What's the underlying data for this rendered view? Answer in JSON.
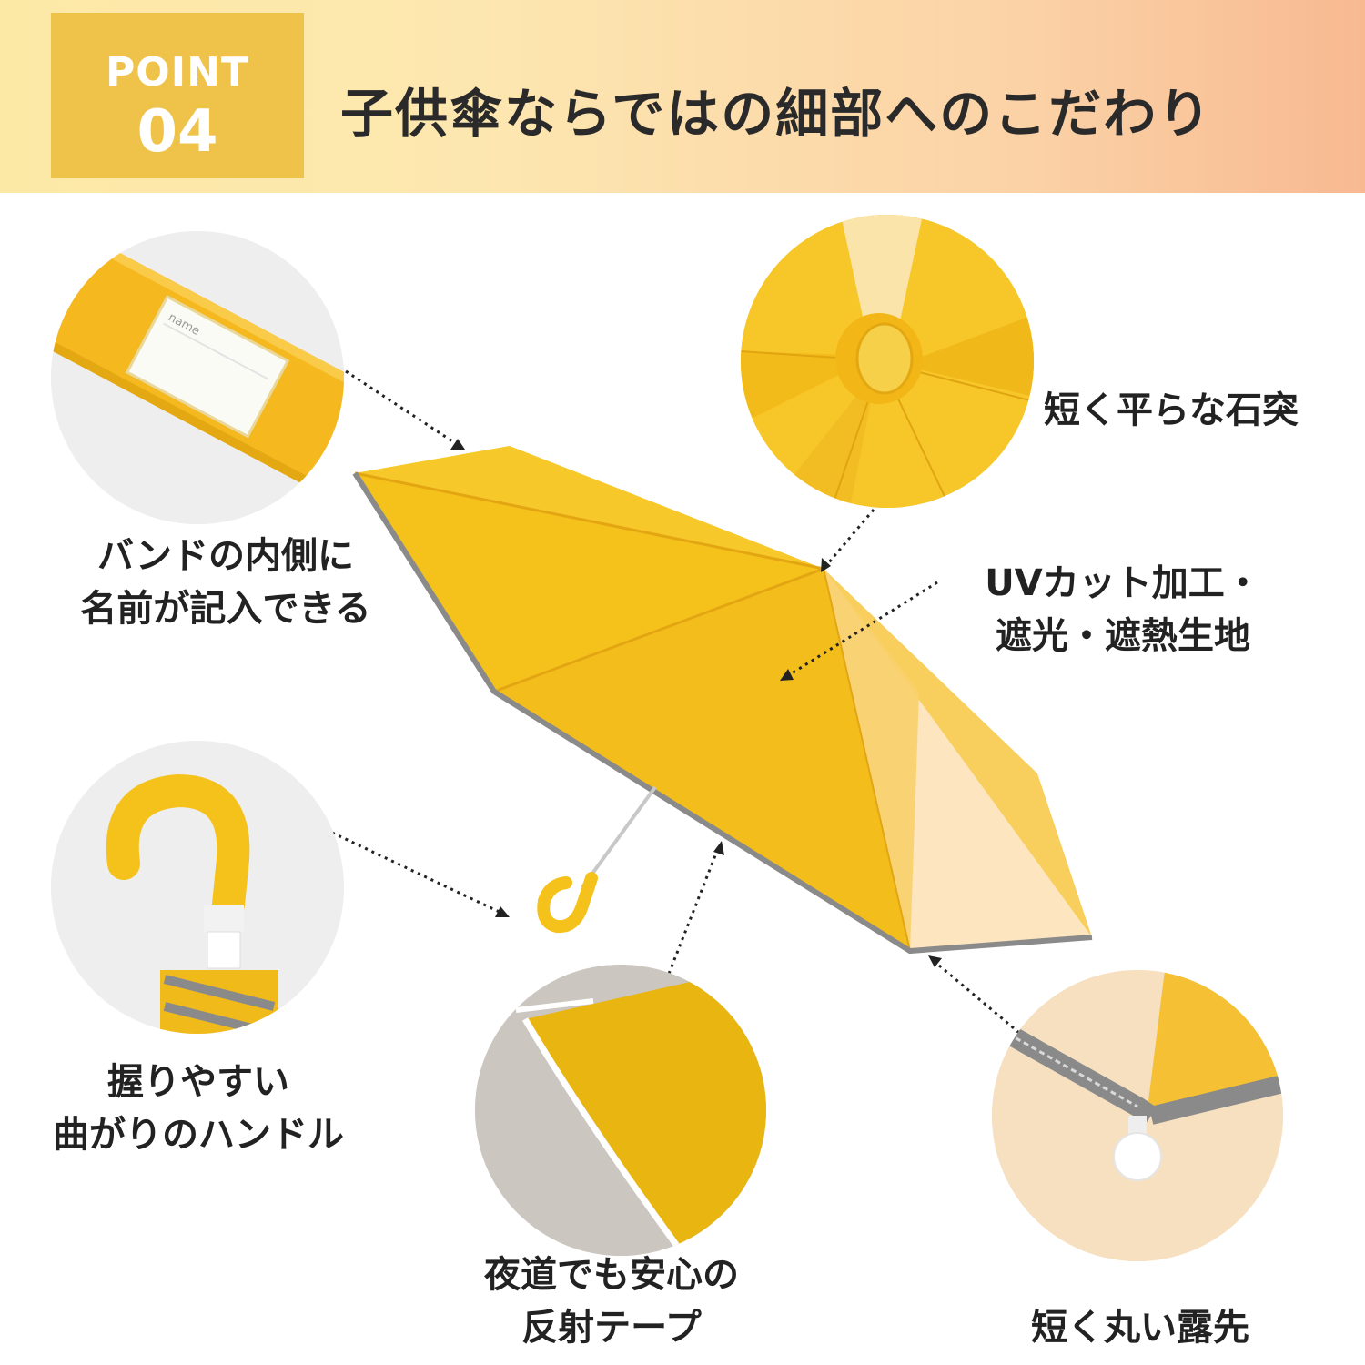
{
  "header": {
    "point_label": "POINT",
    "point_number": "04",
    "title": "子供傘ならではの細部へのこだわり"
  },
  "features": {
    "name_band": {
      "line1": "バンドの内側に",
      "line2": "名前が記入できる",
      "tag_text": "name"
    },
    "flat_tip": {
      "line1": "短く平らな石突"
    },
    "uv_fabric": {
      "line1": "UVカット加工・",
      "line2": "遮光・遮熱生地"
    },
    "handle": {
      "line1": "握りやすい",
      "line2": "曲がりのハンドル"
    },
    "reflective_tape": {
      "line1": "夜道でも安心の",
      "line2": "反射テープ"
    },
    "round_tips": {
      "line1": "短く丸い露先"
    }
  },
  "colors": {
    "accent": "#efc34a",
    "umbrella_yellow": "#f5c218",
    "reflective_gray": "#8a8a8a"
  }
}
